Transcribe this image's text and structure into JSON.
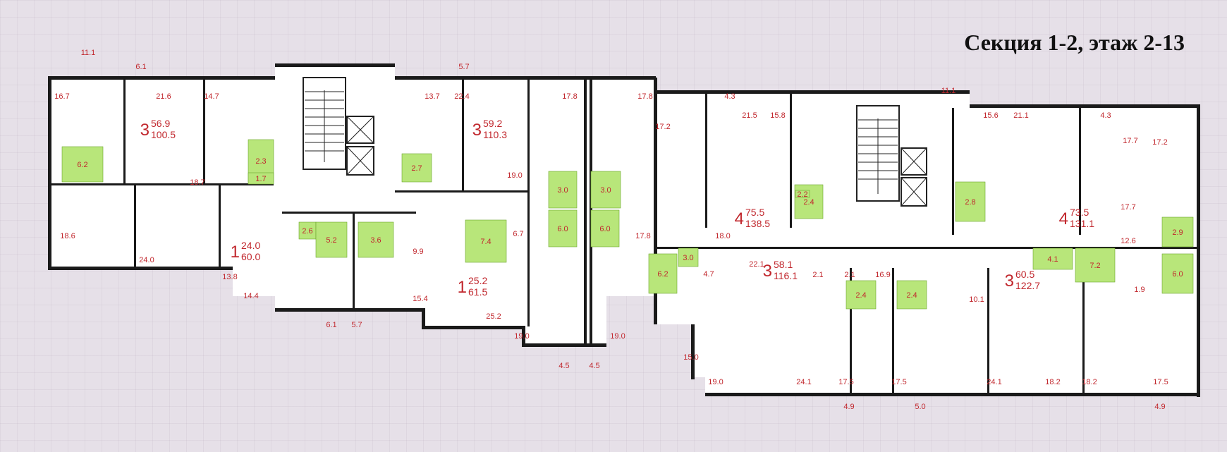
{
  "title": "Секция 1-2, этаж 2-13",
  "apartments": [
    {
      "rooms": "3",
      "living": "56.9",
      "total": "100.5"
    },
    {
      "rooms": "3",
      "living": "59.2",
      "total": "110.3"
    },
    {
      "rooms": "1",
      "living": "24.0",
      "total": "60.0"
    },
    {
      "rooms": "1",
      "living": "25.2",
      "total": "61.5"
    },
    {
      "rooms": "4",
      "living": "75.5",
      "total": "138.5"
    },
    {
      "rooms": "3",
      "living": "58.1",
      "total": "116.1"
    },
    {
      "rooms": "4",
      "living": "73.5",
      "total": "131.1"
    },
    {
      "rooms": "3",
      "living": "60.5",
      "total": "122.7"
    }
  ],
  "room_areas": [
    "11.1",
    "6.1",
    "5.7",
    "16.7",
    "21.6",
    "14.7",
    "13.7",
    "22.4",
    "17.8",
    "17.8",
    "4.3",
    "17.2",
    "21.5",
    "15.8",
    "11.1",
    "15.6",
    "21.1",
    "4.3",
    "17.7",
    "17.2",
    "18.7",
    "19.0",
    "18.6",
    "24.0",
    "13.8",
    "14.4",
    "6.1",
    "5.7",
    "15.4",
    "25.2",
    "9.9",
    "6.7",
    "19.0",
    "4.5",
    "4.5",
    "19.0",
    "17.8",
    "18.0",
    "22.1",
    "4.7",
    "15.0",
    "19.0",
    "24.1",
    "2.1",
    "2.1",
    "16.9",
    "17.5",
    "4.9",
    "17.5",
    "5.0",
    "10.1",
    "24.1",
    "18.2",
    "18.2",
    "17.7",
    "12.6",
    "1.9",
    "17.5",
    "4.9"
  ],
  "wet_areas": [
    "6.2",
    "2.3",
    "1.7",
    "2.7",
    "3.0",
    "3.0",
    "2.6",
    "5.2",
    "3.6",
    "7.4",
    "6.0",
    "6.0",
    "3.0",
    "6.2",
    "2.4",
    "2.4",
    "2.4",
    "2.8",
    "4.1",
    "7.2",
    "2.9",
    "6.0",
    "2.2"
  ]
}
